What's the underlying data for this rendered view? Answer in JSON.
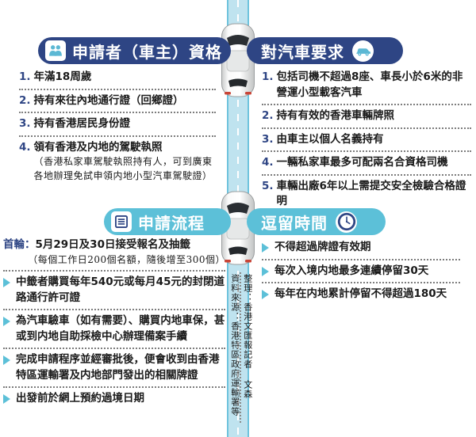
{
  "sections": {
    "applicant": {
      "title": "申請者（車主）資格",
      "icon": "people-icon",
      "accent": "#2e4584",
      "items": [
        {
          "num": "1.",
          "text": "年滿18周歲"
        },
        {
          "num": "2.",
          "text": "持有來往內地通行證（回鄉證）"
        },
        {
          "num": "3.",
          "text": "持有香港居民身份證"
        },
        {
          "num": "4.",
          "text": "領有香港及内地的駕駛執照",
          "note": "（香港私家車駕駛執照持有人，可到廣東各地辦理免試申領内地小型汽車駕駛證）"
        }
      ]
    },
    "vehicle": {
      "title": "對汽車要求",
      "icon": "car-icon",
      "accent": "#2e4584",
      "items": [
        {
          "num": "1.",
          "text": "包括司機不超過8座、車長小於6米的非營運小型載客汽車"
        },
        {
          "num": "2.",
          "text": "持有有效的香港車輛牌照"
        },
        {
          "num": "3.",
          "text": "由車主以個人名義持有"
        },
        {
          "num": "4.",
          "text": "一輛私家車最多可配兩名合資格司機"
        },
        {
          "num": "5.",
          "text": "車輛出廠6年以上需提交安全檢驗合格證明"
        }
      ]
    },
    "process": {
      "title": "申請流程",
      "icon": "list-icon",
      "accent": "#5cc0d8",
      "lead_label": "首輪：",
      "lead_text": "5月29日及30日接受報名及抽籤",
      "lead_note": "（每個工作日200個名額，隨後增至300個）",
      "items": [
        {
          "text": "中籤者購買每年540元或每月45元的封閉道路通行許可證"
        },
        {
          "text": "為汽車驗車（如有需要）、購買内地車保，甚或到内地自助採檢中心辦理備案手續"
        },
        {
          "text": "完成申請程序並經審批後，便會收到由香港特區運輸署及内地部門發出的相關牌證"
        },
        {
          "text": "出發前於網上預約過境日期"
        }
      ]
    },
    "stay": {
      "title": "逗留時間",
      "icon": "clock-icon",
      "accent": "#5cc0d8",
      "items": [
        {
          "text": "不得超過牌證有效期"
        },
        {
          "text": "每次入境内地最多連續停留30天"
        },
        {
          "text": "每年在内地累計停留不得超過180天"
        }
      ]
    }
  },
  "credits": {
    "editor": "整理：香港文匯報記者 文森",
    "source": "資料來源：香港特區政府運輸署等"
  },
  "graphics": {
    "road_color": "#bfe3ef",
    "road_edge_color": "#6fc3dd",
    "car_top": "car-top-view",
    "car_bottom": "car-top-view"
  }
}
